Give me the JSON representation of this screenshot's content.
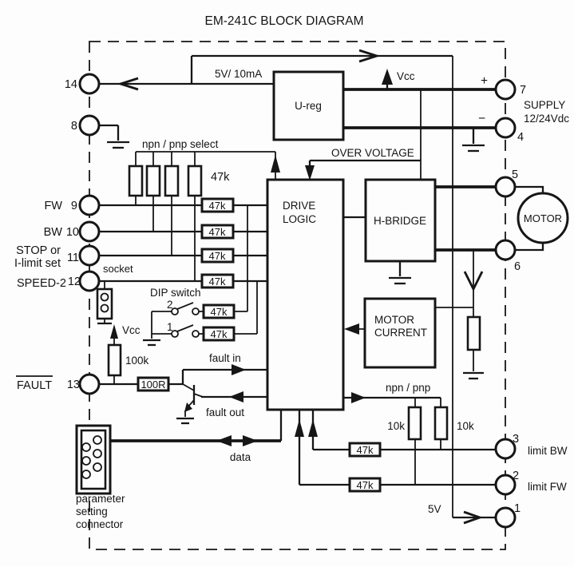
{
  "title": "EM-241C  BLOCK DIAGRAM",
  "module": {
    "ureg": "U-reg",
    "drive_line1": "DRIVE",
    "drive_line2": "LOGIC",
    "hbridge": "H-BRIDGE",
    "mcurrent_line1": "MOTOR",
    "mcurrent_line2": "CURRENT",
    "motor": "MOTOR"
  },
  "rails": {
    "v5_10ma": "5V/ 10mA",
    "vcc": "Vcc",
    "overvoltage": "OVER VOLTAGE",
    "v5": "5V"
  },
  "resistors": {
    "r47k": "47k",
    "r10k": "10k",
    "r100k": "100k",
    "r100r": "100R"
  },
  "switches": {
    "npn_pnp_select": "npn / pnp  select",
    "npn_pnp": "npn / pnp",
    "dip": "DIP switch",
    "sw2": "2",
    "sw1": "1",
    "socket": "socket"
  },
  "fault_signals": {
    "fault_in": "fault in",
    "fault_out": "fault out",
    "data": "data"
  },
  "connector": {
    "line1": "parameter",
    "line2": "setting",
    "line3": "connector"
  },
  "pins": {
    "p14": "14",
    "p8": "8",
    "p9": "9",
    "p10": "10",
    "p11": "11",
    "p12": "12",
    "p13": "13",
    "p7": "7",
    "p4": "4",
    "p5": "5",
    "p6": "6",
    "p3": "3",
    "p2": "2",
    "p1": "1",
    "fw": "FW",
    "bw": "BW",
    "stop_line1": "STOP or",
    "stop_line2": "I-limit set",
    "speed2": "SPEED-2",
    "fault": "FAULT",
    "plus": "+",
    "minus": "−",
    "supply_line1": "SUPPLY",
    "supply_line2": "12/24Vdc",
    "limit_bw": "limit BW",
    "limit_fw": "limit FW"
  }
}
